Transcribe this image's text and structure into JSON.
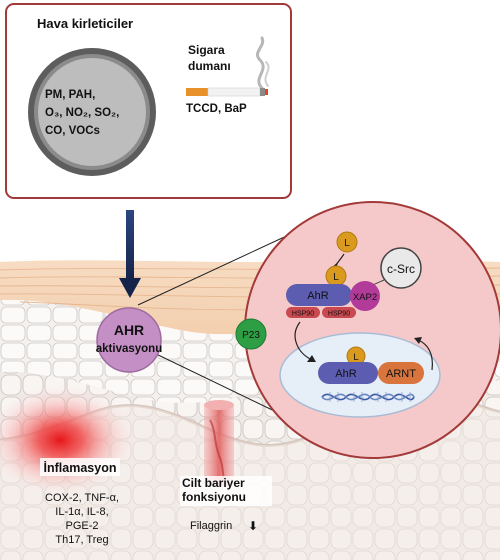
{
  "pollutants": {
    "title": "Hava kirleticiler",
    "circle_lines": [
      "PM, PAH,",
      "O₃, NO₂, SO₂,",
      "CO, VOCs"
    ],
    "smoke_label_lines": [
      "Sigara",
      "dumanı"
    ],
    "smoke_chemicals": "TCCD, BaP"
  },
  "ahr": {
    "title": "AHR",
    "subtitle": "aktivasyonu",
    "p23": "P23"
  },
  "zoom": {
    "ligand": "L",
    "csrc": "c-Src",
    "ahr_cyto": "AhR",
    "xap2": "XAP2",
    "hsp90": "HSP90",
    "ahr_nuc": "AhR",
    "arnt": "ARNT"
  },
  "inflammation": {
    "title": "İnflamasyon",
    "lines": [
      "COX-2, TNF-α,",
      "IL-1α, IL-8,",
      "PGE-2",
      "Th17, Treg"
    ]
  },
  "barrier": {
    "title_lines": [
      "Cilt bariyer",
      "fonksiyonu"
    ],
    "filaggrin": "Filaggrin",
    "down_arrow": "⬇"
  },
  "colors": {
    "box_border": "#a33a3a",
    "ahr_purple": "#c38fc4",
    "zoom_fill": "#f5c9c9",
    "arrow_navy": "#1f3566",
    "ligand": "#d99a1e",
    "ahr_protein": "#5c5cb0",
    "xap2": "#b23b9a",
    "hsp90": "#c8494f",
    "arnt": "#d8743c",
    "p23": "#2e9e45"
  }
}
